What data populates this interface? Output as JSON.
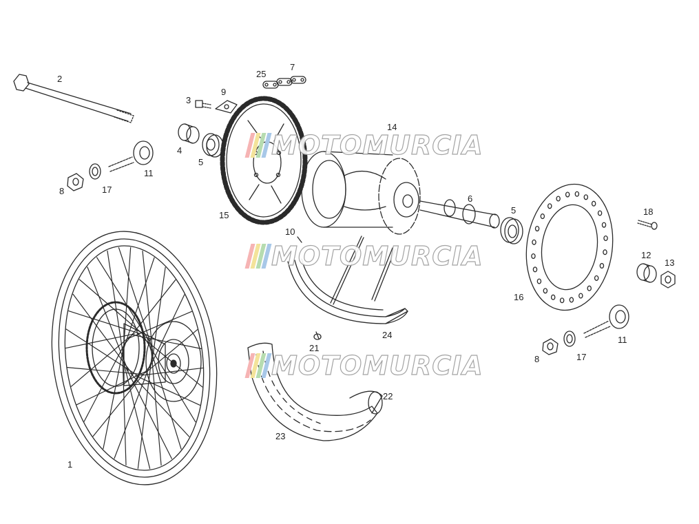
{
  "diagram": {
    "callouts": [
      {
        "id": "c-2",
        "label": "2"
      },
      {
        "id": "c-25",
        "label": "25"
      },
      {
        "id": "c-7",
        "label": "7"
      },
      {
        "id": "c-3",
        "label": "3"
      },
      {
        "id": "c-9",
        "label": "9"
      },
      {
        "id": "c-14",
        "label": "14"
      },
      {
        "id": "c-4",
        "label": "4"
      },
      {
        "id": "c-5a",
        "label": "5"
      },
      {
        "id": "c-11a",
        "label": "11"
      },
      {
        "id": "c-8a",
        "label": "8"
      },
      {
        "id": "c-17a",
        "label": "17"
      },
      {
        "id": "c-15",
        "label": "15"
      },
      {
        "id": "c-6",
        "label": "6"
      },
      {
        "id": "c-5b",
        "label": "5"
      },
      {
        "id": "c-18",
        "label": "18"
      },
      {
        "id": "c-10",
        "label": "10"
      },
      {
        "id": "c-12",
        "label": "12"
      },
      {
        "id": "c-13",
        "label": "13"
      },
      {
        "id": "c-16",
        "label": "16"
      },
      {
        "id": "c-24",
        "label": "24"
      },
      {
        "id": "c-11b",
        "label": "11"
      },
      {
        "id": "c-21",
        "label": "21"
      },
      {
        "id": "c-8b",
        "label": "8"
      },
      {
        "id": "c-17b",
        "label": "17"
      },
      {
        "id": "c-22",
        "label": "22"
      },
      {
        "id": "c-23",
        "label": "23"
      },
      {
        "id": "c-1",
        "label": "1"
      }
    ]
  },
  "watermark": {
    "text": "MOTOMURCIA",
    "colors": [
      "#f6b4b4",
      "#f3e39a",
      "#b6dcb0",
      "#a8c8e8"
    ]
  }
}
